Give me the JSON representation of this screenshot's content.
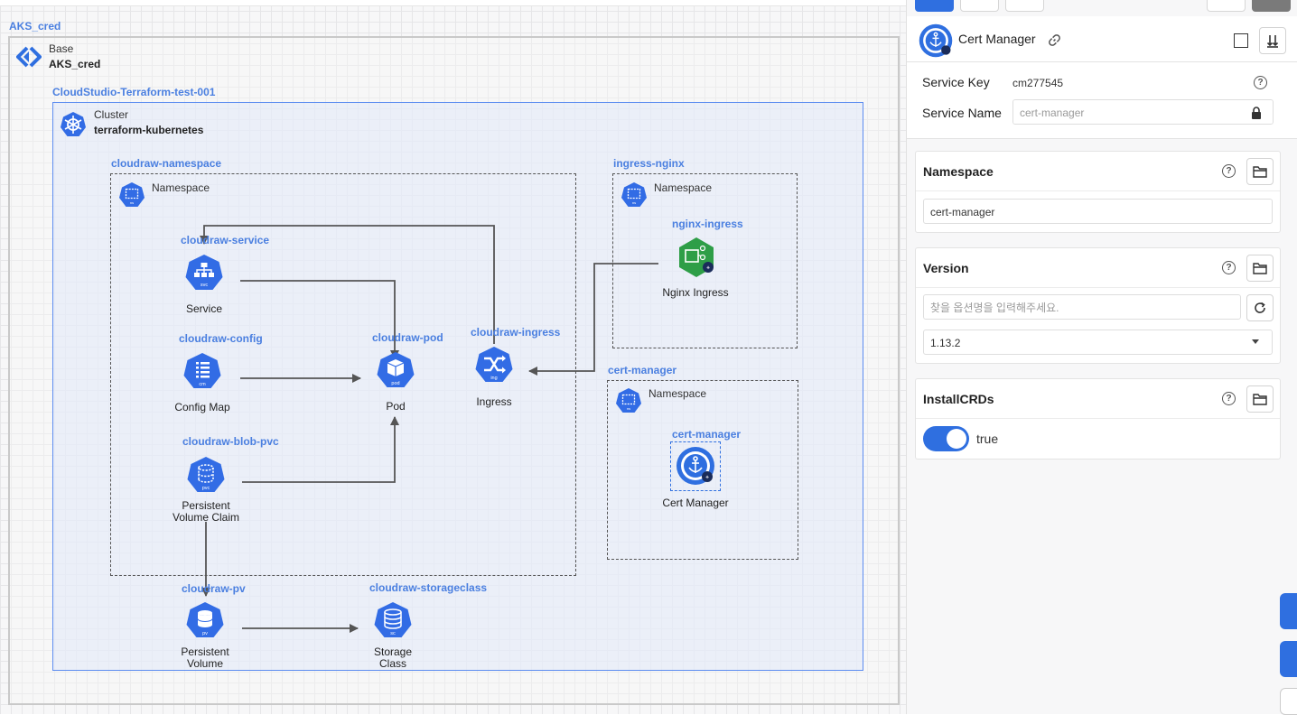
{
  "canvas": {
    "base_group_title": "AKS_cred",
    "base": {
      "type": "Base",
      "name": "AKS_cred"
    },
    "cluster_group_title": "CloudStudio-Terraform-test-001",
    "cluster": {
      "type": "Cluster",
      "name": "terraform-kubernetes"
    },
    "namespaces": [
      {
        "title": "cloudraw-namespace",
        "type": "Namespace"
      },
      {
        "title": "ingress-nginx",
        "type": "Namespace"
      },
      {
        "title": "cert-manager",
        "type": "Namespace"
      }
    ],
    "nodes": {
      "service": {
        "title": "cloudraw-service",
        "label": "Service",
        "badge": "svc"
      },
      "config": {
        "title": "cloudraw-config",
        "label": "Config Map",
        "badge": "cm"
      },
      "pod": {
        "title": "cloudraw-pod",
        "label": "Pod",
        "badge": "pod"
      },
      "ingress": {
        "title": "cloudraw-ingress",
        "label": "Ingress",
        "badge": "ing"
      },
      "pvc": {
        "title": "cloudraw-blob-pvc",
        "label_line1": "Persistent",
        "label_line2": "Volume Claim",
        "badge": "pvc"
      },
      "pv": {
        "title": "cloudraw-pv",
        "label_line1": "Persistent",
        "label_line2": "Volume",
        "badge": "pv"
      },
      "storageclass": {
        "title": "cloudraw-storageclass",
        "label_line1": "Storage",
        "label_line2": "Class",
        "badge": "sc"
      },
      "nginx": {
        "title": "nginx-ingress",
        "label": "Nginx Ingress"
      },
      "certmanager": {
        "title": "cert-manager",
        "label": "Cert Manager"
      }
    },
    "namespace_badge": "ns"
  },
  "panel": {
    "title": "Cert Manager",
    "service_key_label": "Service Key",
    "service_key_value": "cm277545",
    "service_name_label": "Service Name",
    "service_name_placeholder": "cert-manager",
    "namespace": {
      "title": "Namespace",
      "value": "cert-manager"
    },
    "version": {
      "title": "Version",
      "search_placeholder": "찾을 옵션명을 입력해주세요.",
      "selected": "1.13.2"
    },
    "installcrds": {
      "title": "InstallCRDs",
      "value_label": "true",
      "enabled": true
    },
    "help_glyph": "?"
  },
  "colors": {
    "accent": "#2f6fe0",
    "k8s_blue": "#326ce5",
    "helm_green": "#2e9e47",
    "label_blue": "#4a7fe0"
  }
}
